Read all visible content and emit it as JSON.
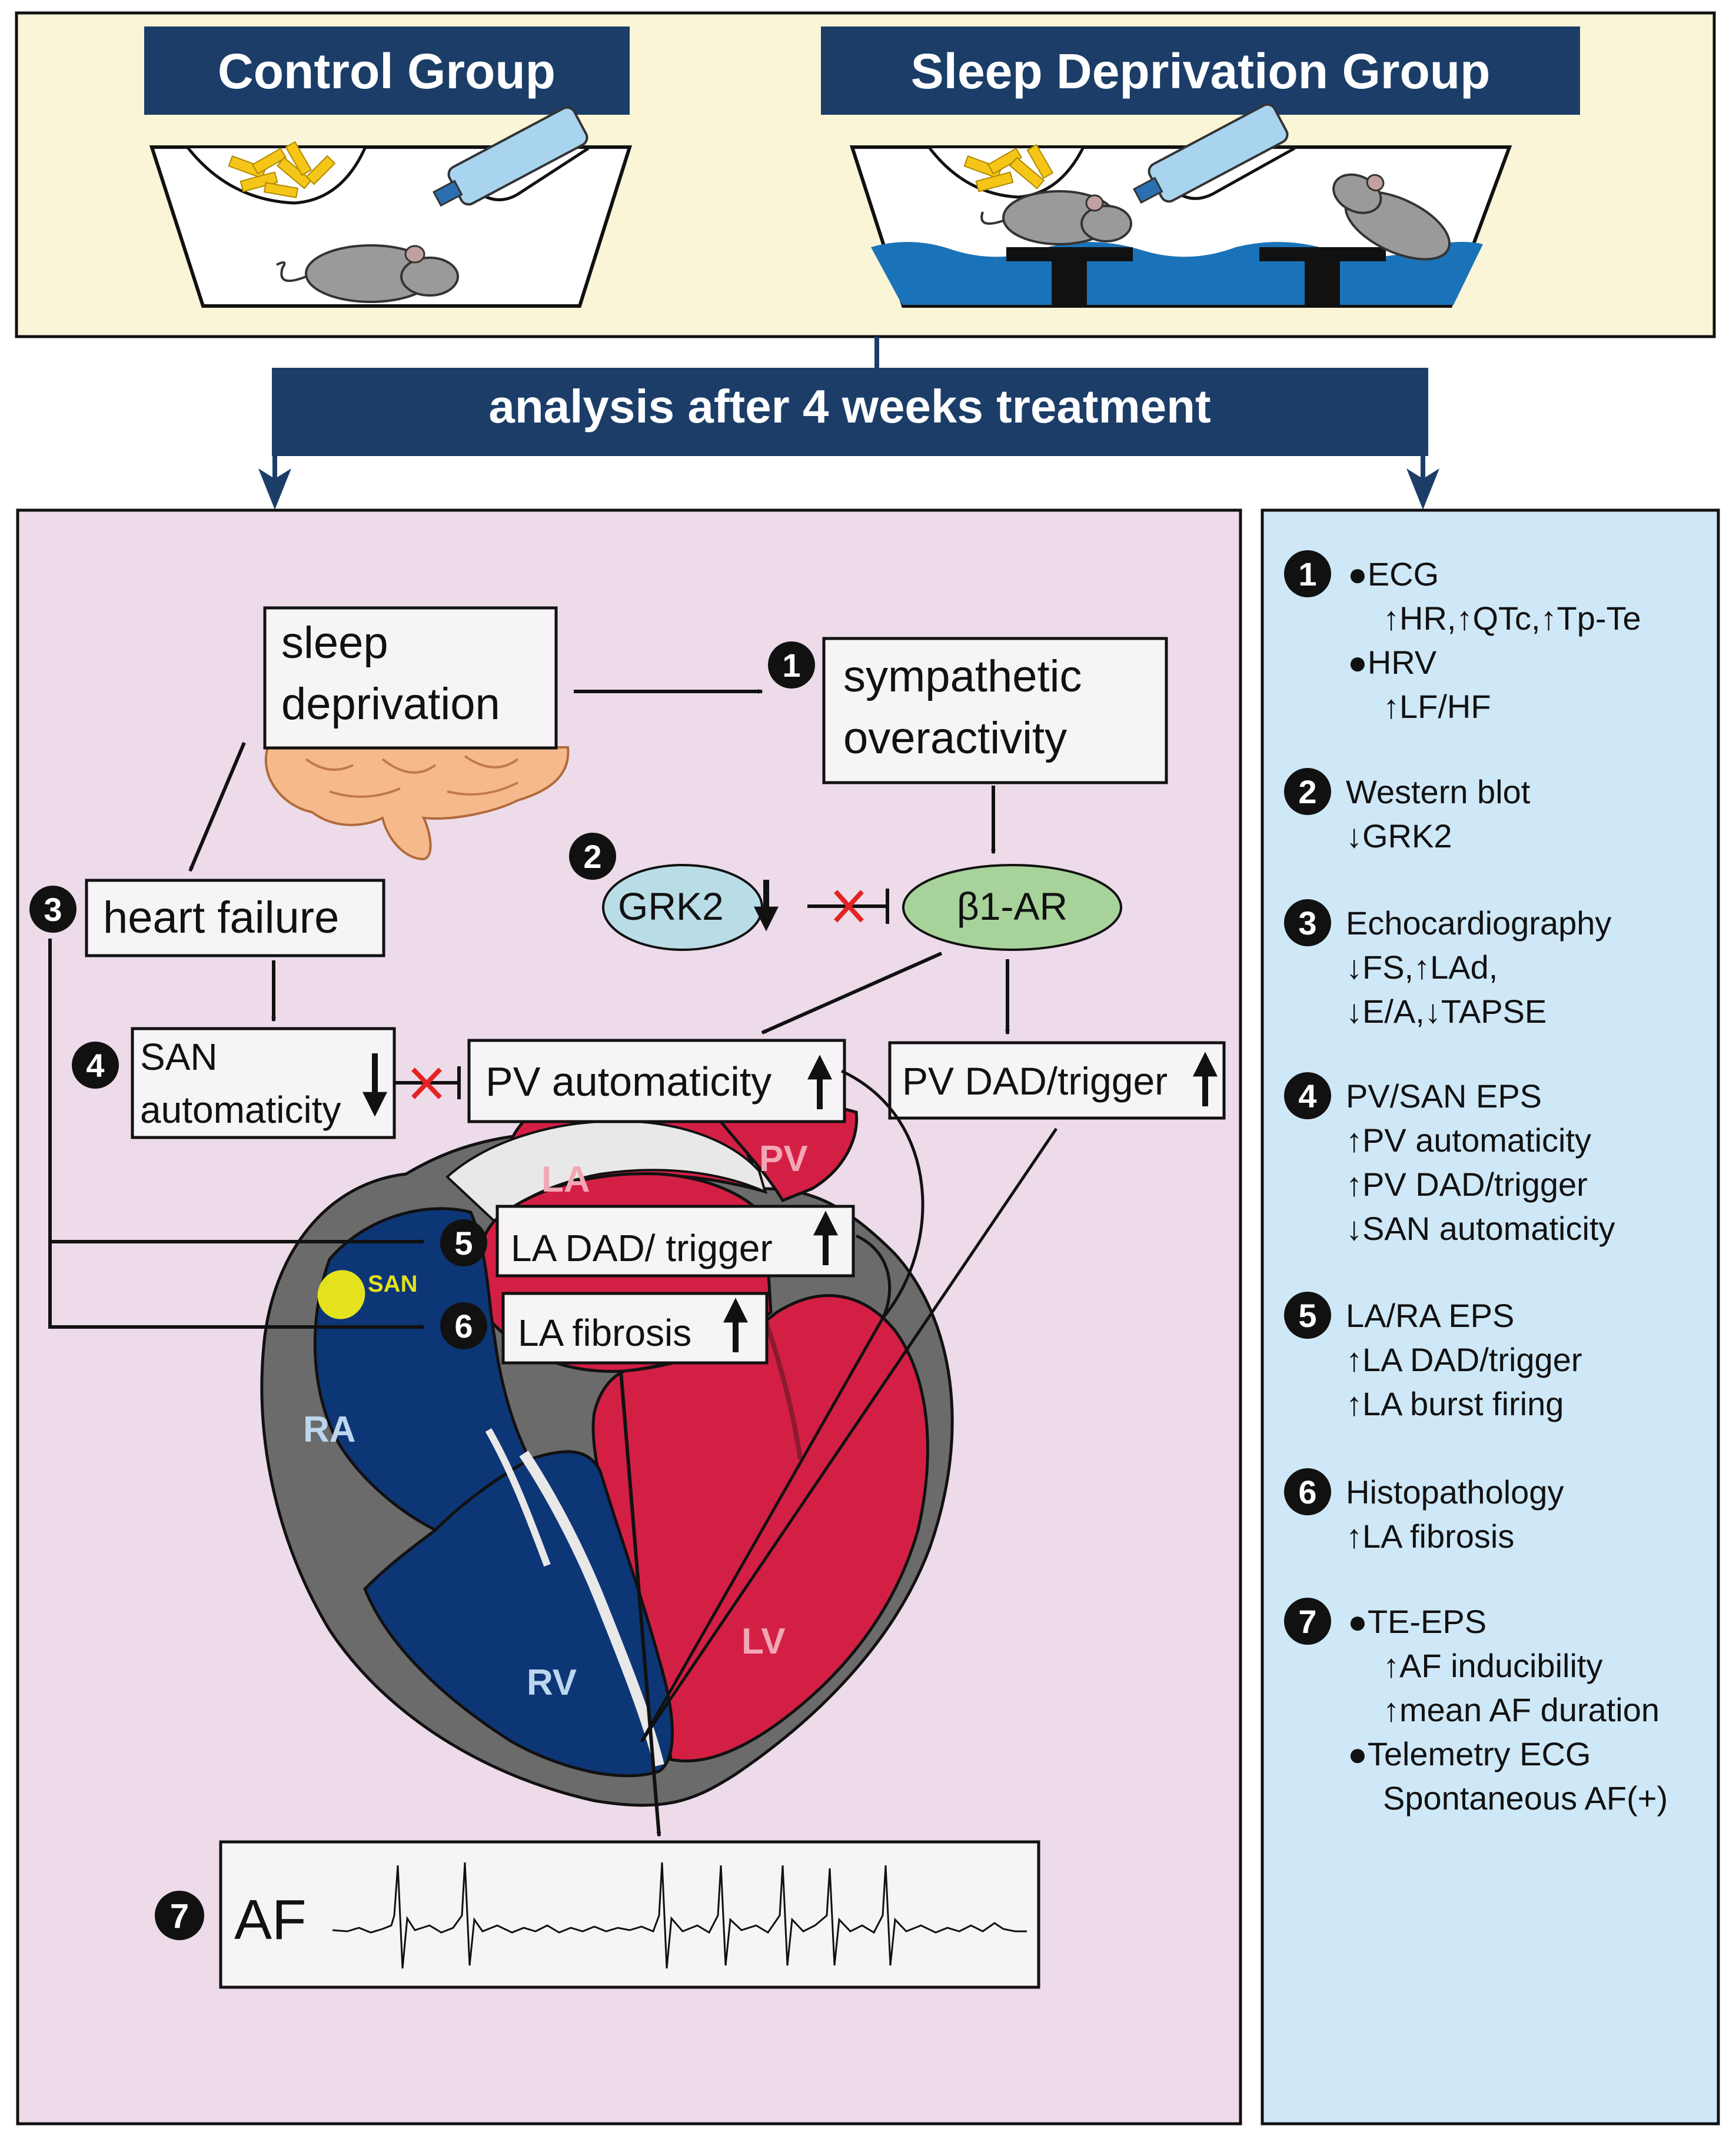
{
  "top_panel": {
    "control_label": "Control Group",
    "sd_label": "Sleep Deprivation Group"
  },
  "banner": {
    "text": "analysis after 4 weeks treatment"
  },
  "pathway": {
    "sleep_deprivation": [
      "sleep",
      "deprivation"
    ],
    "sympathetic": [
      "sympathetic",
      "overactivity"
    ],
    "heart_failure": "heart failure",
    "grk2": "GRK2",
    "beta1ar": "β1-AR",
    "san_auto": [
      "SAN",
      "automaticity"
    ],
    "pv_auto": "PV automaticity",
    "pv_dad": "PV DAD/trigger",
    "la_dad": "LA DAD/ trigger",
    "la_fibrosis": "LA fibrosis",
    "af": "AF"
  },
  "heart_labels": {
    "la": "LA",
    "pv": "PV",
    "ra": "RA",
    "rv": "RV",
    "lv": "LV",
    "san": "SAN"
  },
  "markers": [
    "1",
    "2",
    "3",
    "4",
    "5",
    "6",
    "7"
  ],
  "findings": [
    {
      "num": "1",
      "lines": [
        "●ECG",
        "↑HR,↑QTc,↑Tp-Te",
        "●HRV",
        "↑LF/HF"
      ]
    },
    {
      "num": "2",
      "lines": [
        "Western blot",
        "↓GRK2"
      ]
    },
    {
      "num": "3",
      "lines": [
        "Echocardiography",
        "↓FS,↑LAd,",
        "↓E/A,↓TAPSE"
      ]
    },
    {
      "num": "4",
      "lines": [
        "PV/SAN EPS",
        "↑PV automaticity",
        "↑PV DAD/trigger",
        "↓SAN automaticity"
      ]
    },
    {
      "num": "5",
      "lines": [
        "LA/RA EPS",
        "↑LA DAD/trigger",
        "↑LA burst firing"
      ]
    },
    {
      "num": "6",
      "lines": [
        "Histopathology",
        "↑LA fibrosis"
      ]
    },
    {
      "num": "7",
      "lines": [
        "●TE-EPS",
        "↑AF inducibility",
        "↑mean AF duration",
        "●Telemetry ECG",
        "Spontaneous AF(+)"
      ]
    }
  ],
  "colors": {
    "top_bg": "#faf5d7",
    "header_navy": "#1b3d68",
    "left_bg": "#eddbe9",
    "right_bg": "#cfe8f7",
    "heart_red": "#d41f45",
    "heart_blue": "#0d3677",
    "heart_gray": "#6b6b6b",
    "water_blue": "#1a73b8",
    "grk2_fill": "#b9dde6",
    "beta_fill": "#a7d39a"
  }
}
